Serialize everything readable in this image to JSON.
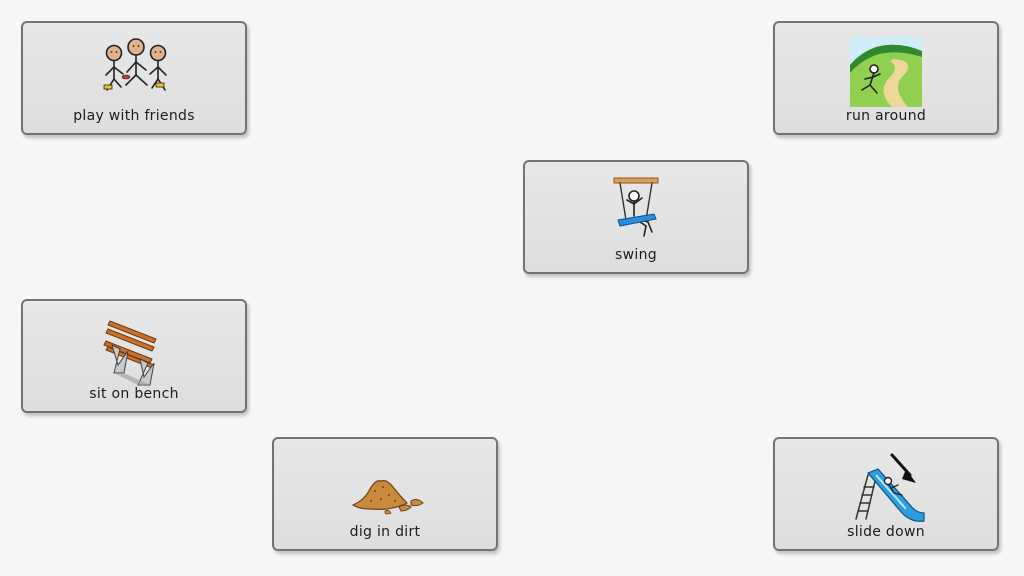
{
  "tiles": [
    {
      "id": "play-with-friends",
      "label": "play with friends",
      "icon": "friends-playing-icon"
    },
    {
      "id": "run-around",
      "label": "run around",
      "icon": "running-person-icon"
    },
    {
      "id": "swing",
      "label": "swing",
      "icon": "swing-icon"
    },
    {
      "id": "sit-on-bench",
      "label": "sit on bench",
      "icon": "bench-icon"
    },
    {
      "id": "dig-in-dirt",
      "label": "dig in dirt",
      "icon": "dirt-pile-icon"
    },
    {
      "id": "slide-down",
      "label": "slide down",
      "icon": "slide-icon"
    }
  ],
  "colors": {
    "background": "#f6f6f6",
    "tile_fill": "#e2e2e2",
    "tile_border": "#737373",
    "label_text": "#1c1c1c"
  }
}
